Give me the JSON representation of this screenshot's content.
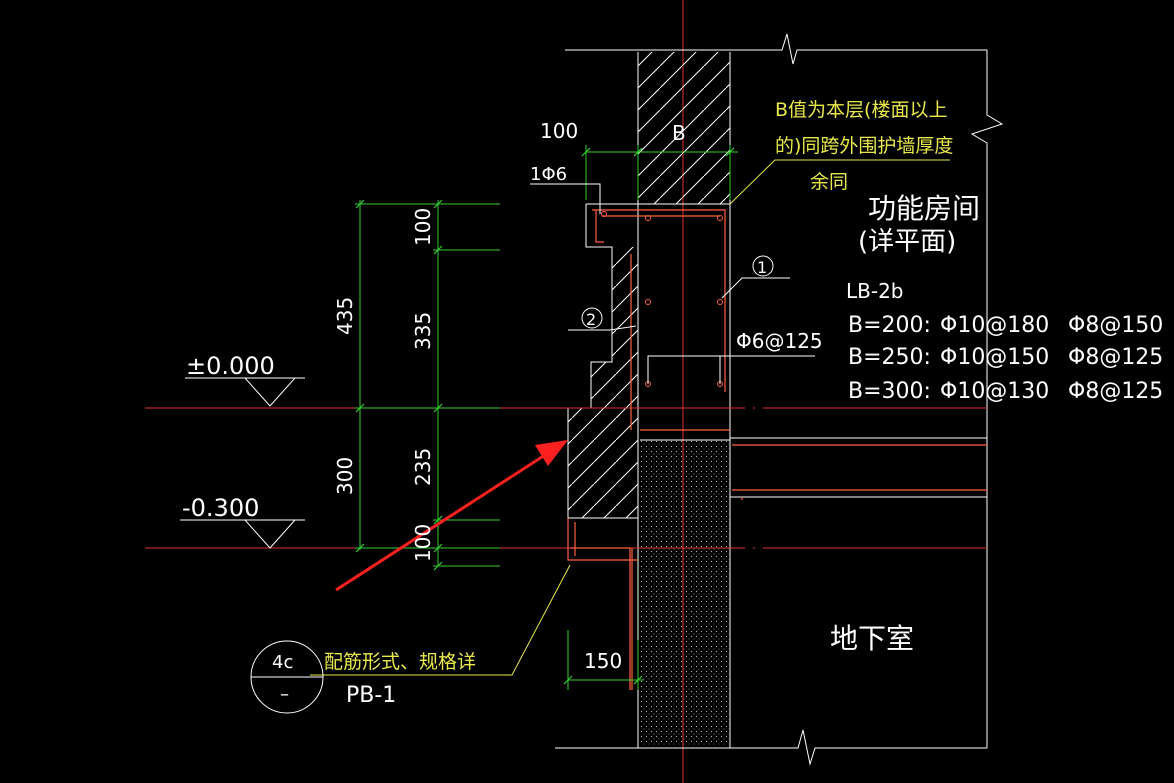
{
  "colors": {
    "background": "#000000",
    "red": "#e03030",
    "green": "#30d030",
    "white": "#ffffff",
    "yellow": "#e8e84a",
    "rebar": "#ff6040",
    "arrow": "#ff2020"
  },
  "drawing": {
    "dim_top_100": "100",
    "dim_wall_B": "B",
    "rebar_1phi6": "1Φ6",
    "note_line1": "B值为本层(楼面以上",
    "note_line2": "的)同跨外围护墙厚度",
    "note_line3": "余同",
    "room_name": "功能房间",
    "room_sub": "(详平面)",
    "circle_1": "1",
    "circle_2": "2",
    "stirrup": "Φ6@125",
    "lb_label": "LB-2b",
    "table_rows": [
      {
        "b": "B=200:",
        "r1": "Φ10@180",
        "r2": "Φ8@150"
      },
      {
        "b": "B=250:",
        "r1": "Φ10@150",
        "r2": "Φ8@125"
      },
      {
        "b": "B=300:",
        "r1": "Φ10@130",
        "r2": "Φ8@125"
      }
    ],
    "level_0": "±0.000",
    "level_neg": "-0.300",
    "dim_435": "435",
    "dim_300": "300",
    "dim_100a": "100",
    "dim_335": "335",
    "dim_235": "235",
    "dim_100b": "100",
    "dim_150": "150",
    "basement": "地下室",
    "detail_num": "4c",
    "detail_dash": "–",
    "detail_note": "配筋形式、规格详",
    "detail_ref": "PB-1"
  }
}
